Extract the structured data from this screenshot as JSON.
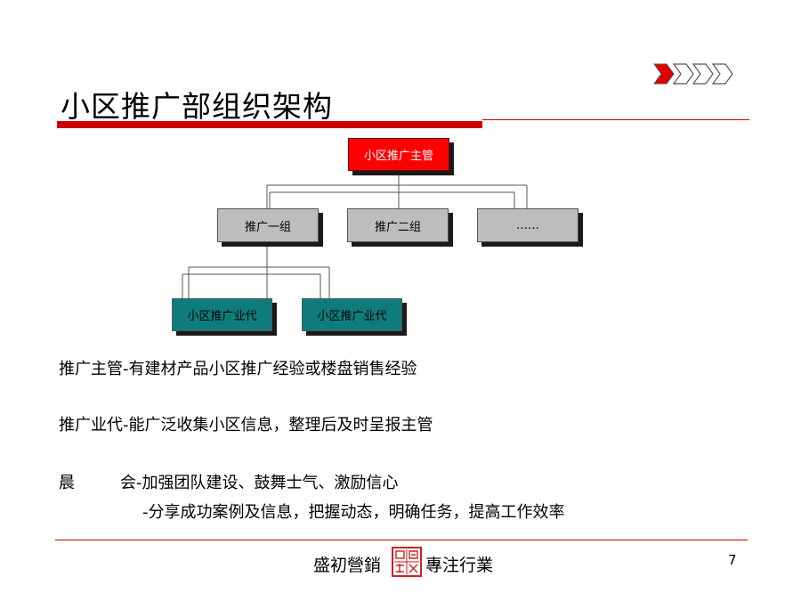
{
  "slide": {
    "title": "小区推广部组织架构",
    "page_number": "7"
  },
  "org_chart": {
    "top": "小区推广主管",
    "groups": [
      "推广一组",
      "推广二组",
      "……"
    ],
    "agents": [
      "小区推广业代",
      "小区推广业代"
    ]
  },
  "descriptions": {
    "supervisor": "推广主管-有建材产品小区推广经验或楼盘销售经验",
    "agent": "推广业代-能广泛收集小区信息，整理后及时呈报主管",
    "meeting_label": "晨",
    "meeting_line1": "会-加强团队建设、鼓舞士气、激励信心",
    "meeting_line2": "-分享成功案例及信息，把握动态，明确任务，提高工作效率"
  },
  "footer": {
    "brand_left": "盛初營銷",
    "seal_text": "營盛銷初",
    "brand_right": "專注行業"
  },
  "colors": {
    "accent": "#cc0000",
    "top_box": "#ff0000",
    "group_box": "#bdbdbd",
    "agent_box": "#0f7c7c"
  },
  "icons": [
    "chevron-right-icon",
    "chevron-right-icon",
    "chevron-right-icon",
    "chevron-right-icon",
    "seal-icon"
  ]
}
